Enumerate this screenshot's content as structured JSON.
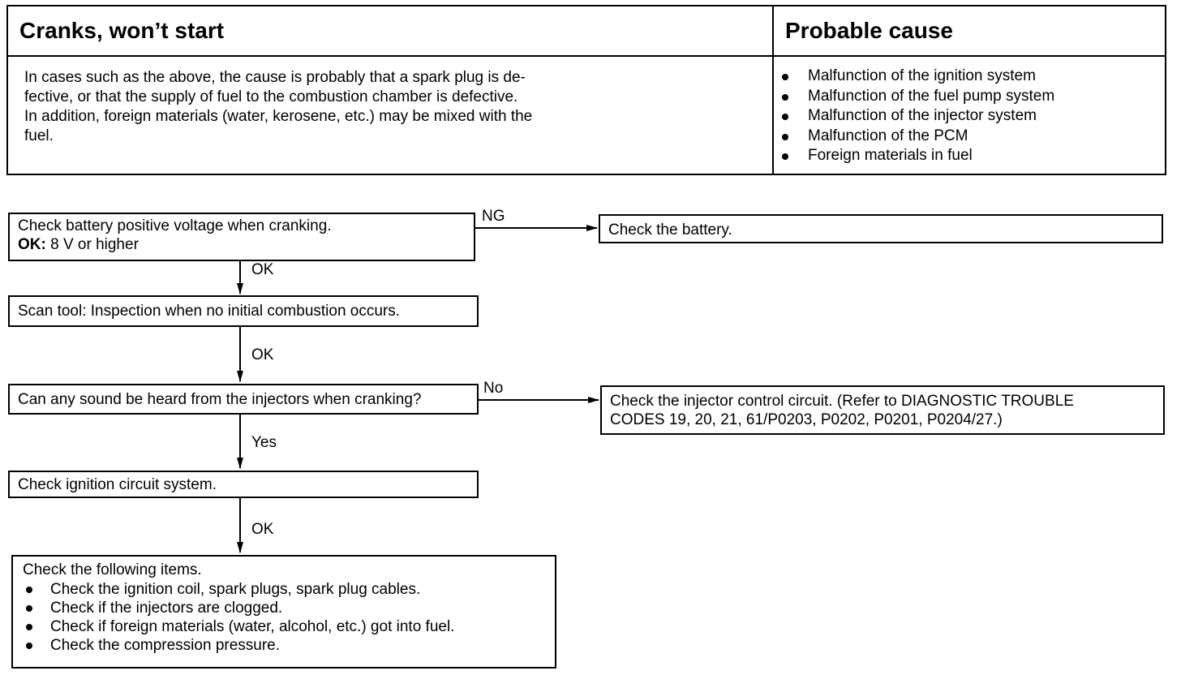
{
  "table": {
    "left_header": "Cranks, won’t start",
    "right_header": "Probable cause",
    "description_lines": [
      "In cases such as the above, the cause is probably that a spark plug is de-",
      "fective, or that the supply of fuel to the combustion chamber is defective.",
      "In addition, foreign materials (water, kerosene, etc.) may be mixed with the",
      "fuel."
    ],
    "causes": [
      "Malfunction of the ignition system",
      "Malfunction of the fuel pump system",
      "Malfunction of the injector system",
      "Malfunction of the PCM",
      "Foreign materials in fuel"
    ]
  },
  "flow": {
    "step1_text": "Check battery positive voltage when cranking.",
    "step1_ok_label": "OK:",
    "step1_ok_value": " 8 V or higher",
    "ng_label": "NG",
    "battery_box": "Check the battery.",
    "ok1": "OK",
    "step2": "Scan tool: Inspection when no initial combustion occurs.",
    "ok2": "OK",
    "step3": "Can any sound be heard from the injectors when cranking?",
    "no_label": "No",
    "injector_box_line1": "Check the injector control circuit. (Refer to DIAGNOSTIC TROUBLE",
    "injector_box_line2": "CODES 19, 20, 21, 61/P0203, P0202, P0201, P0204/27.)",
    "yes_label": "Yes",
    "step4": "Check ignition circuit system.",
    "ok3": "OK",
    "final_title": "Check the following items.",
    "final_items": [
      "Check the ignition coil, spark plugs, spark plug cables.",
      "Check if the injectors are clogged.",
      "Check if foreign materials (water, alcohol, etc.) got into fuel.",
      "Check the compression pressure."
    ]
  }
}
